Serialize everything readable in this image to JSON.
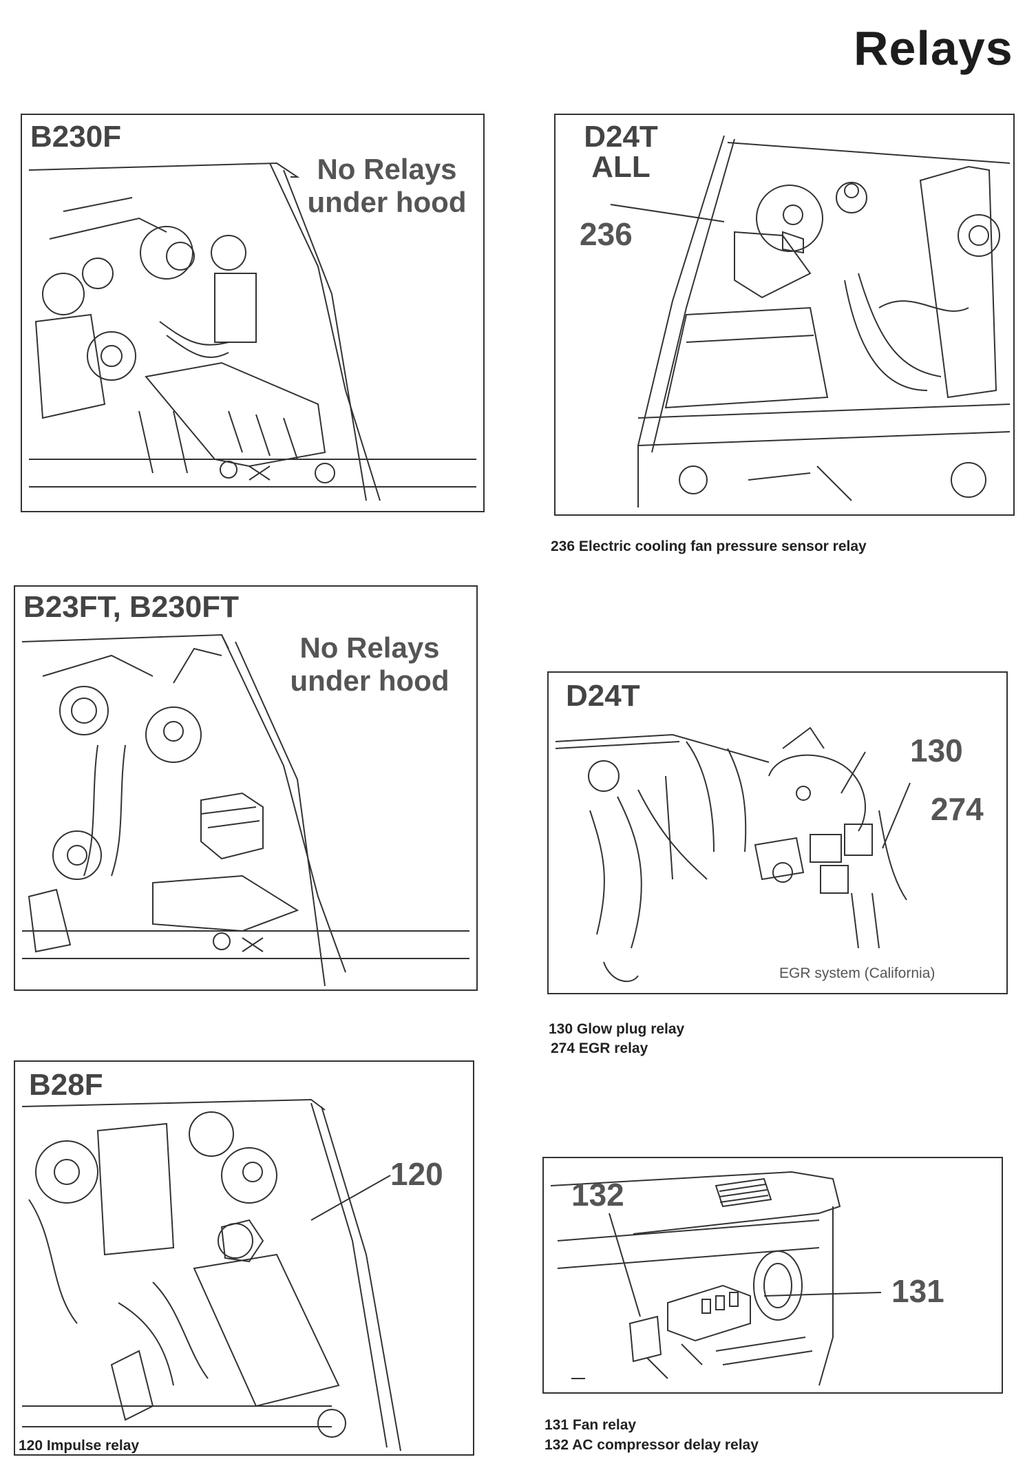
{
  "page": {
    "title": "Relays"
  },
  "panels": {
    "b230f": {
      "label": "B230F",
      "note_line1": "No Relays",
      "note_line2": "under hood"
    },
    "d24t_all": {
      "label_line1": "D24T",
      "label_line2": "ALL",
      "callout": "236"
    },
    "b23ft": {
      "label": "B23FT, B230FT",
      "note_line1": "No Relays",
      "note_line2": "under hood"
    },
    "d24t": {
      "label": "D24T",
      "callout_1": "130",
      "callout_2": "274",
      "subcaption": "EGR system (California)"
    },
    "b28f": {
      "label": "B28F",
      "callout": "120"
    },
    "dash": {
      "callout_1": "132",
      "callout_2": "131"
    }
  },
  "captions": {
    "c236": "236 Electric cooling fan pressure sensor relay",
    "c130": "130 Glow plug relay",
    "c274": "274 EGR relay",
    "c120": "120 Impulse relay",
    "c131": "131  Fan relay",
    "c132": "132  AC compressor delay relay"
  }
}
